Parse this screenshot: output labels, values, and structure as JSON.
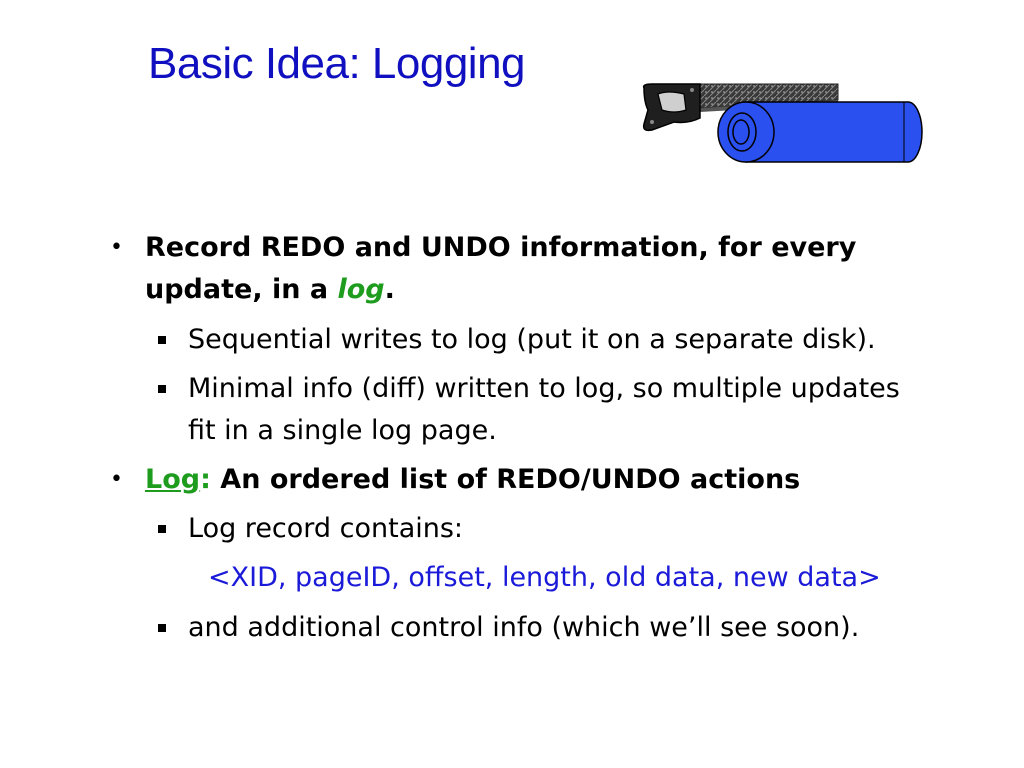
{
  "colors": {
    "title": "#1010c0",
    "accent_green": "#1e9c1e",
    "code_blue": "#1a1ad8",
    "text": "#000000",
    "cylinder_blue": "#2b50f0"
  },
  "slide": {
    "title": "Basic Idea: Logging",
    "clipart_icon": "saw-log-icon",
    "bullets": {
      "b1": {
        "line1": "Record REDO and UNDO information, for every",
        "line2_prefix": "update, in a ",
        "line2_em": "log",
        "line2_suffix": "."
      },
      "b1_sub1": "Sequential writes to log (put it on a separate disk).",
      "b1_sub2_line1": "Minimal info (diff) written to log, so multiple updates",
      "b1_sub2_line2": "fit in a single log page.",
      "b2": {
        "term": "Log",
        "colon": ":",
        "rest": " An ordered list of REDO/UNDO actions"
      },
      "b2_sub1": "Log record contains:",
      "b2_sub1_code": "<XID, pageID, offset, length, old data, new data>",
      "b2_sub2": "and additional control info (which we’ll see soon)."
    }
  }
}
